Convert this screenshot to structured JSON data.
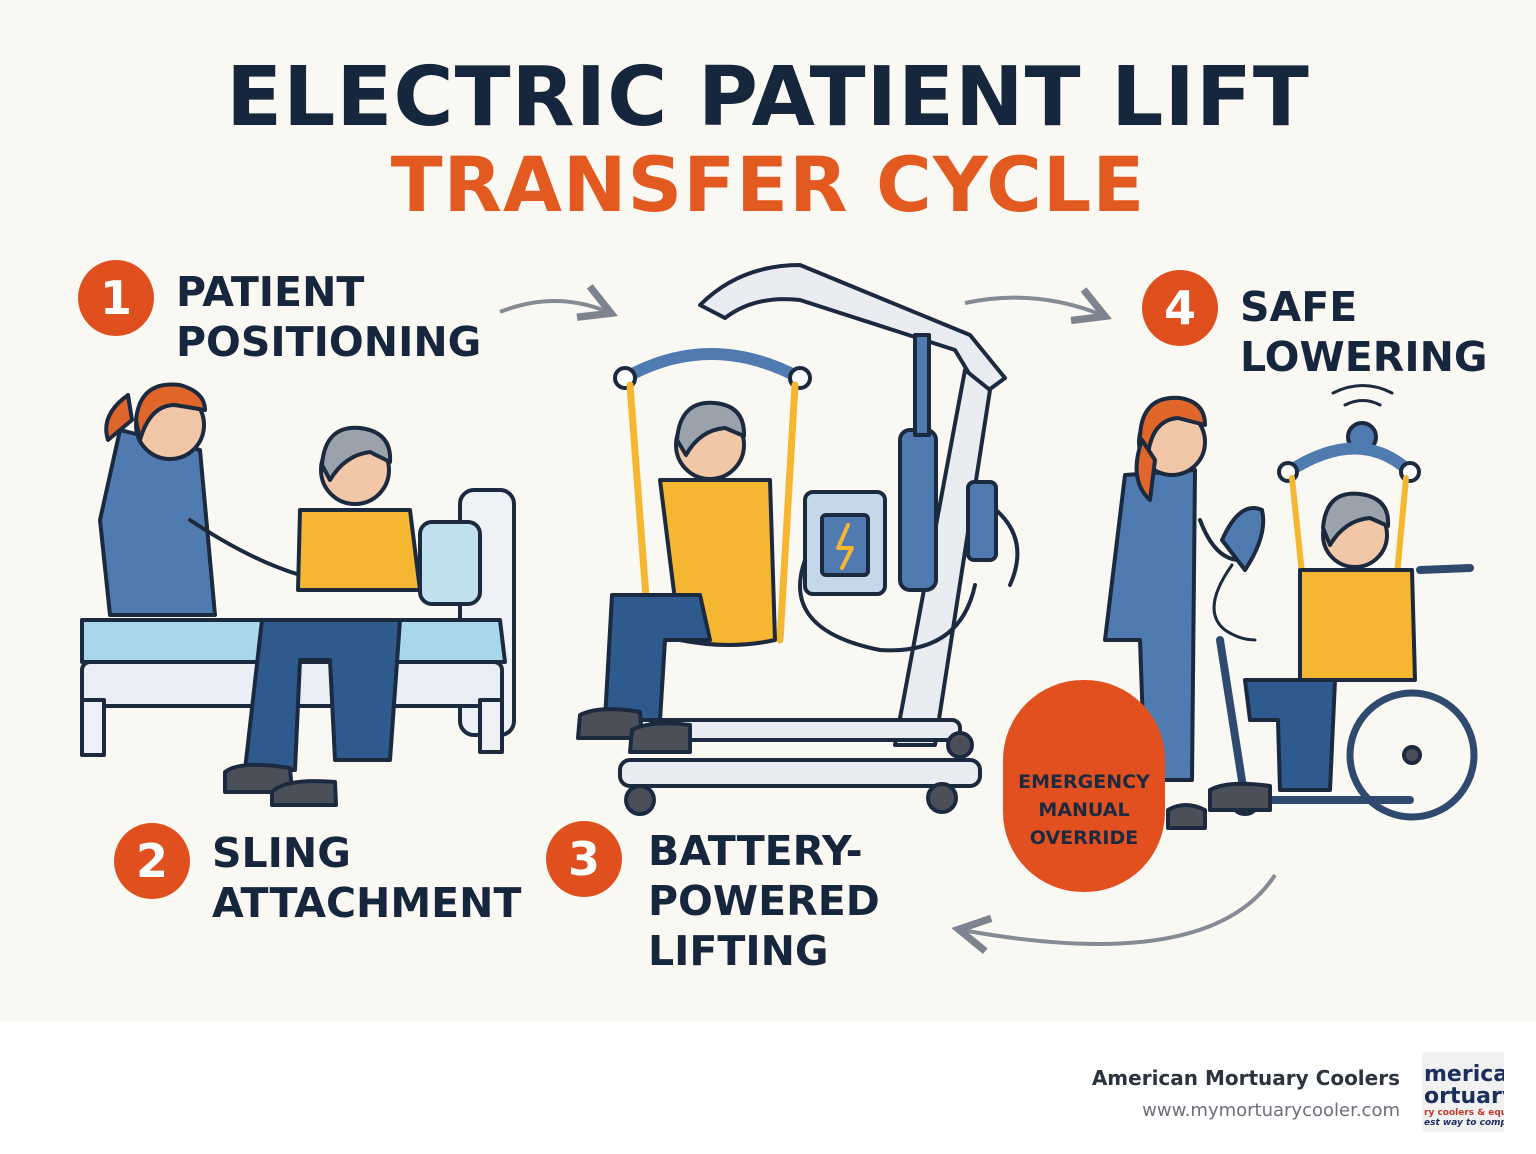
{
  "title": {
    "line1": "ELECTRIC PATIENT LIFT",
    "line2": "TRANSFER CYCLE"
  },
  "steps": [
    {
      "number": "1",
      "label": "PATIENT\nPOSITIONING"
    },
    {
      "number": "2",
      "label": "SLING\nATTACHMENT"
    },
    {
      "number": "3",
      "label": "BATTERY-\nPOWERED\nLIFTING"
    },
    {
      "number": "4",
      "label": "SAFE\nLOWERING"
    }
  ],
  "badge": {
    "label": "EMERGENCY\nMANUAL\nOVERRIDE",
    "icon": "wrench-icon"
  },
  "footer": {
    "company": "American Mortuary Coolers",
    "url": "www.mymortuarycooler.com",
    "logo_text": [
      "merican",
      "ortuary",
      "ry coolers & equipment",
      "est way to comply"
    ]
  },
  "colors": {
    "navy": "#15263d",
    "orange": "#e35a20",
    "background": "#faf8f3",
    "scrub_blue": "#4f7bb1",
    "shirt_yellow": "#f5b731"
  }
}
